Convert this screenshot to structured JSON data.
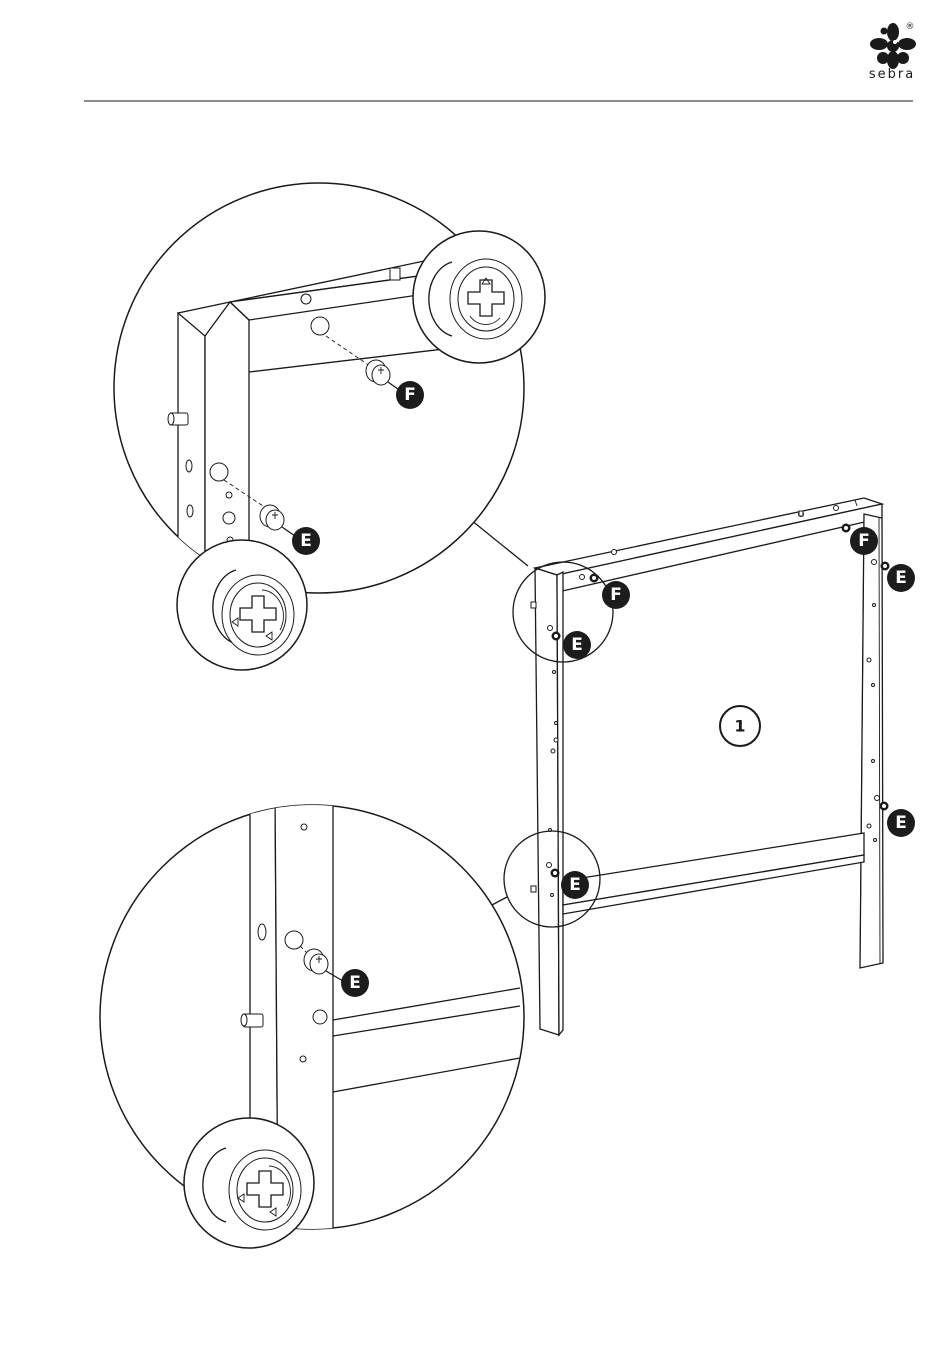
{
  "header": {
    "brand": "sebra",
    "registered_mark": "®"
  },
  "step": {
    "number": "1"
  },
  "parts": {
    "cam_fitting": "E",
    "cam_bolt": "F"
  }
}
